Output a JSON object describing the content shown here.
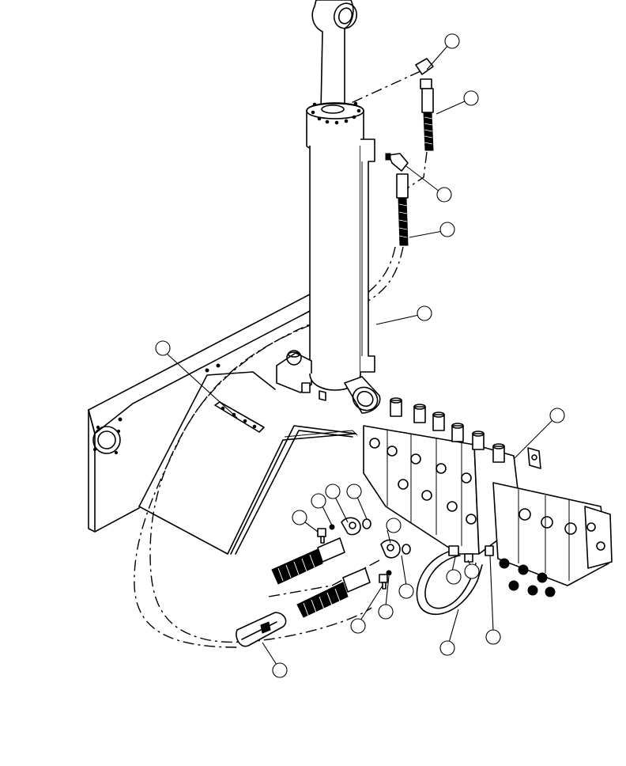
{
  "diagram": {
    "type": "exploded-parts-view",
    "callouts": [
      {
        "id": "c1",
        "label": ""
      },
      {
        "id": "c2",
        "label": ""
      },
      {
        "id": "c3",
        "label": ""
      },
      {
        "id": "c4",
        "label": ""
      },
      {
        "id": "c5",
        "label": ""
      },
      {
        "id": "c6",
        "label": ""
      },
      {
        "id": "c7",
        "label": ""
      },
      {
        "id": "c8",
        "label": ""
      },
      {
        "id": "c9",
        "label": ""
      },
      {
        "id": "c10",
        "label": ""
      },
      {
        "id": "c11",
        "label": ""
      },
      {
        "id": "c12",
        "label": ""
      },
      {
        "id": "c13",
        "label": ""
      },
      {
        "id": "c14",
        "label": ""
      },
      {
        "id": "c15",
        "label": ""
      },
      {
        "id": "c16",
        "label": ""
      },
      {
        "id": "c17",
        "label": ""
      },
      {
        "id": "c18",
        "label": ""
      },
      {
        "id": "c19",
        "label": ""
      },
      {
        "id": "c20",
        "label": ""
      },
      {
        "id": "c21",
        "label": ""
      }
    ]
  }
}
